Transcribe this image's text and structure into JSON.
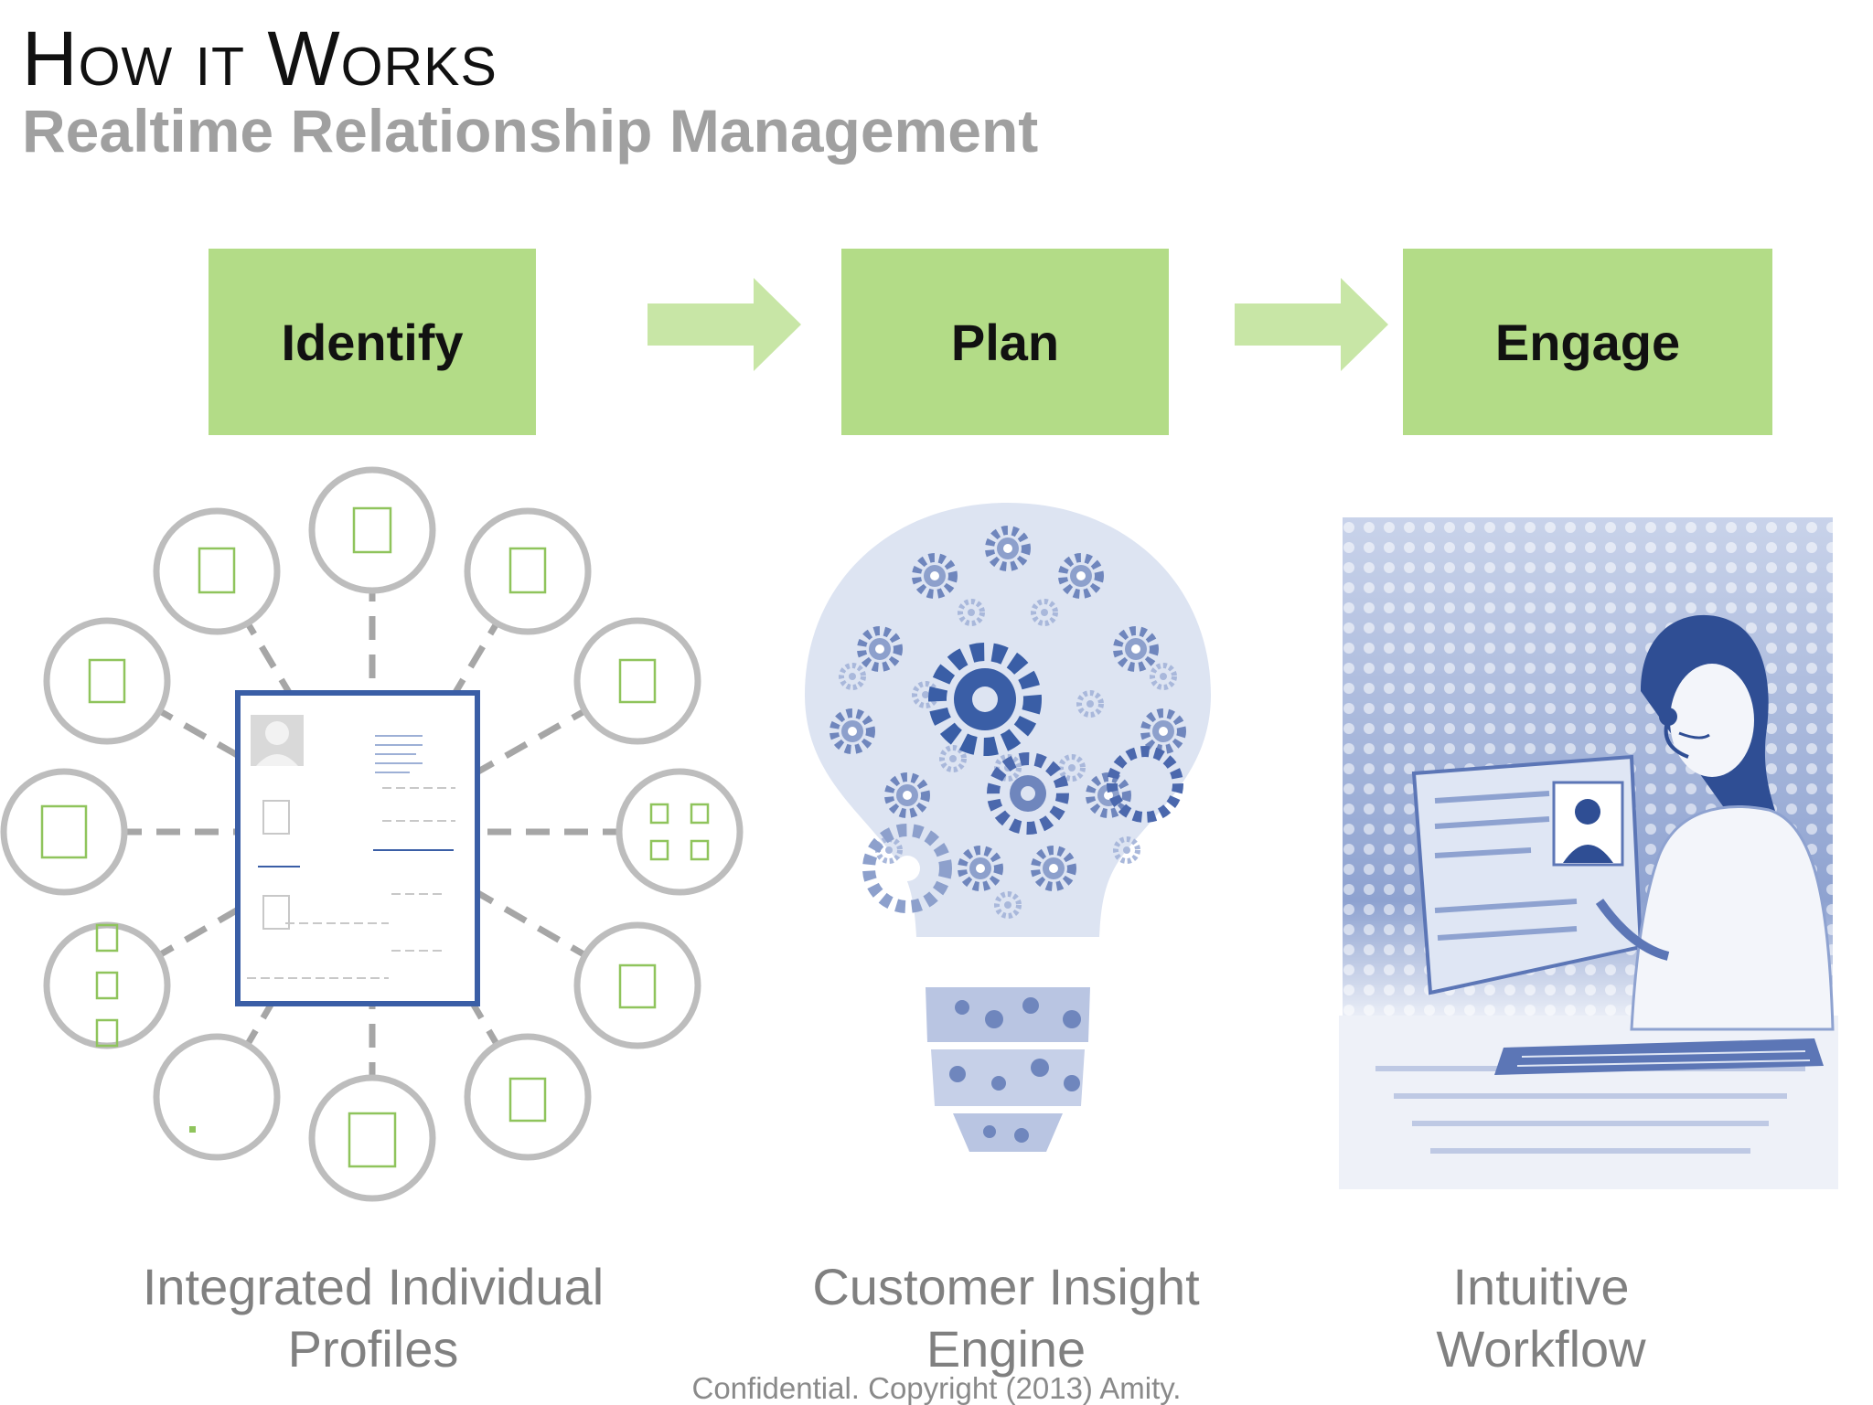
{
  "header": {
    "title": "How it Works",
    "subtitle": "Realtime Relationship Management"
  },
  "steps": [
    {
      "label": "Identify"
    },
    {
      "label": "Plan"
    },
    {
      "label": "Engage"
    }
  ],
  "captions": [
    {
      "line1": "Integrated Individual",
      "line2": "Profiles"
    },
    {
      "line1": "Customer Insight",
      "line2": "Engine"
    },
    {
      "line1": "Intuitive",
      "line2": "Workflow"
    }
  ],
  "footer": {
    "text": "Confidential. Copyright (2013) Amity."
  },
  "colors": {
    "step_fill": "#b3dc87",
    "arrow_fill": "#c8e6a6",
    "accent_blue": "#3a5ea6",
    "caption_gray": "#808080",
    "subtitle_gray": "#a0a0a0"
  },
  "icons": {
    "hub": "profile-hub-icon",
    "bulb": "gear-lightbulb-icon",
    "agent": "support-agent-icon"
  }
}
